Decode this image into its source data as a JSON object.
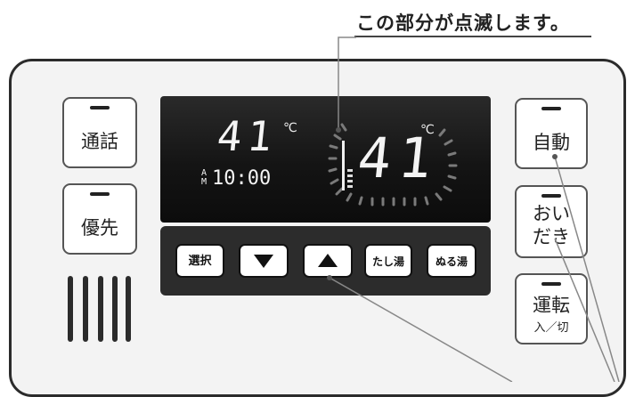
{
  "headline": "この部分が点滅します。",
  "left_buttons": {
    "talk": "通話",
    "priority": "優先"
  },
  "right_buttons": {
    "auto": "自動",
    "reheat_line1": "おい",
    "reheat_line2": "だき",
    "run_line1": "運転",
    "run_line2": "入／切"
  },
  "display": {
    "left_temp": "41",
    "left_unit": "℃",
    "ampm": "AM",
    "clock": "10:00",
    "right_temp": "41",
    "right_unit": "℃"
  },
  "keypad": {
    "select": "選択",
    "down": "▼",
    "up": "▲",
    "add_hot": "たし湯",
    "warm_water": "ぬる湯"
  },
  "colors": {
    "lcd": "#121212",
    "panel": "#f3f3f3",
    "outline": "#2b2b2b"
  }
}
